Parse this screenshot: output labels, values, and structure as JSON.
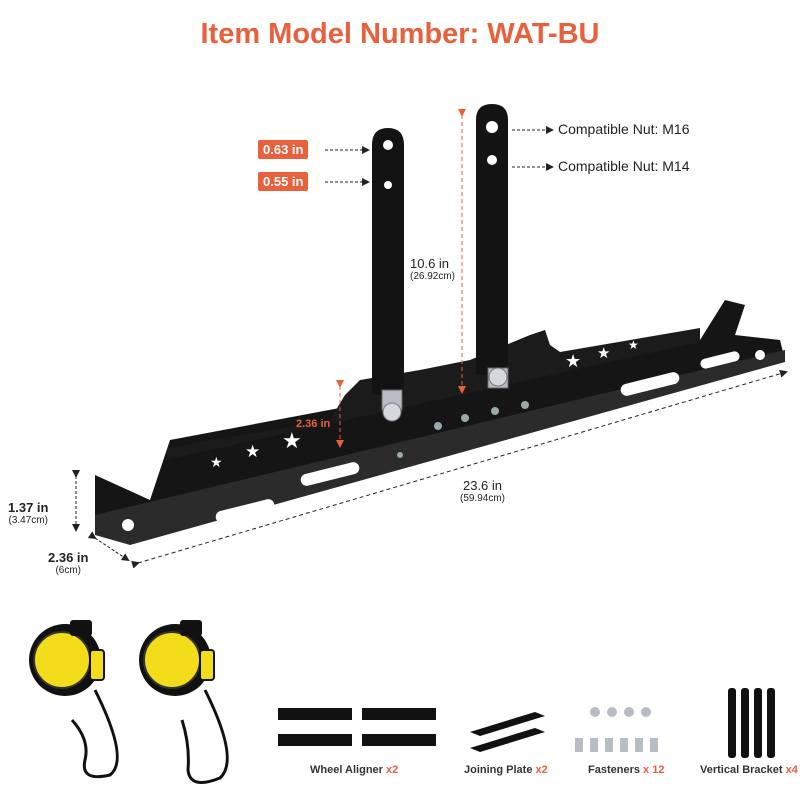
{
  "title": "Item Model Number: WAT-BU",
  "colors": {
    "accent": "#e8603c",
    "product": "#111111",
    "hardware": "#b8bcc4",
    "tape": "#f3dd1a"
  },
  "hole_tags": [
    {
      "label": "0.63 in"
    },
    {
      "label": "0.55 in"
    }
  ],
  "nut_labels": [
    {
      "label": "Compatible Nut: M16"
    },
    {
      "label": "Compatible Nut: M14"
    }
  ],
  "dimensions": {
    "height": {
      "value": "10.6 in",
      "sub": "(26.92cm)"
    },
    "step": {
      "value": "2.36 in"
    },
    "length": {
      "value": "23.6 in",
      "sub": "(59.94cm)"
    },
    "side_height": {
      "value": "1.37 in",
      "sub": "(3.47cm)"
    },
    "depth": {
      "value": "2.36 in",
      "sub": "(6cm)"
    }
  },
  "accessories": [
    {
      "name": "Wheel Aligner",
      "qty": "x2",
      "icon": "wheel-aligner-icon"
    },
    {
      "name": "Joining Plate",
      "qty": "x2",
      "icon": "joining-plate-icon"
    },
    {
      "name": "Fasteners",
      "qty": "x 12",
      "icon": "fasteners-icon"
    },
    {
      "name": "Vertical Bracket",
      "qty": "x4",
      "icon": "vertical-bracket-icon"
    }
  ]
}
